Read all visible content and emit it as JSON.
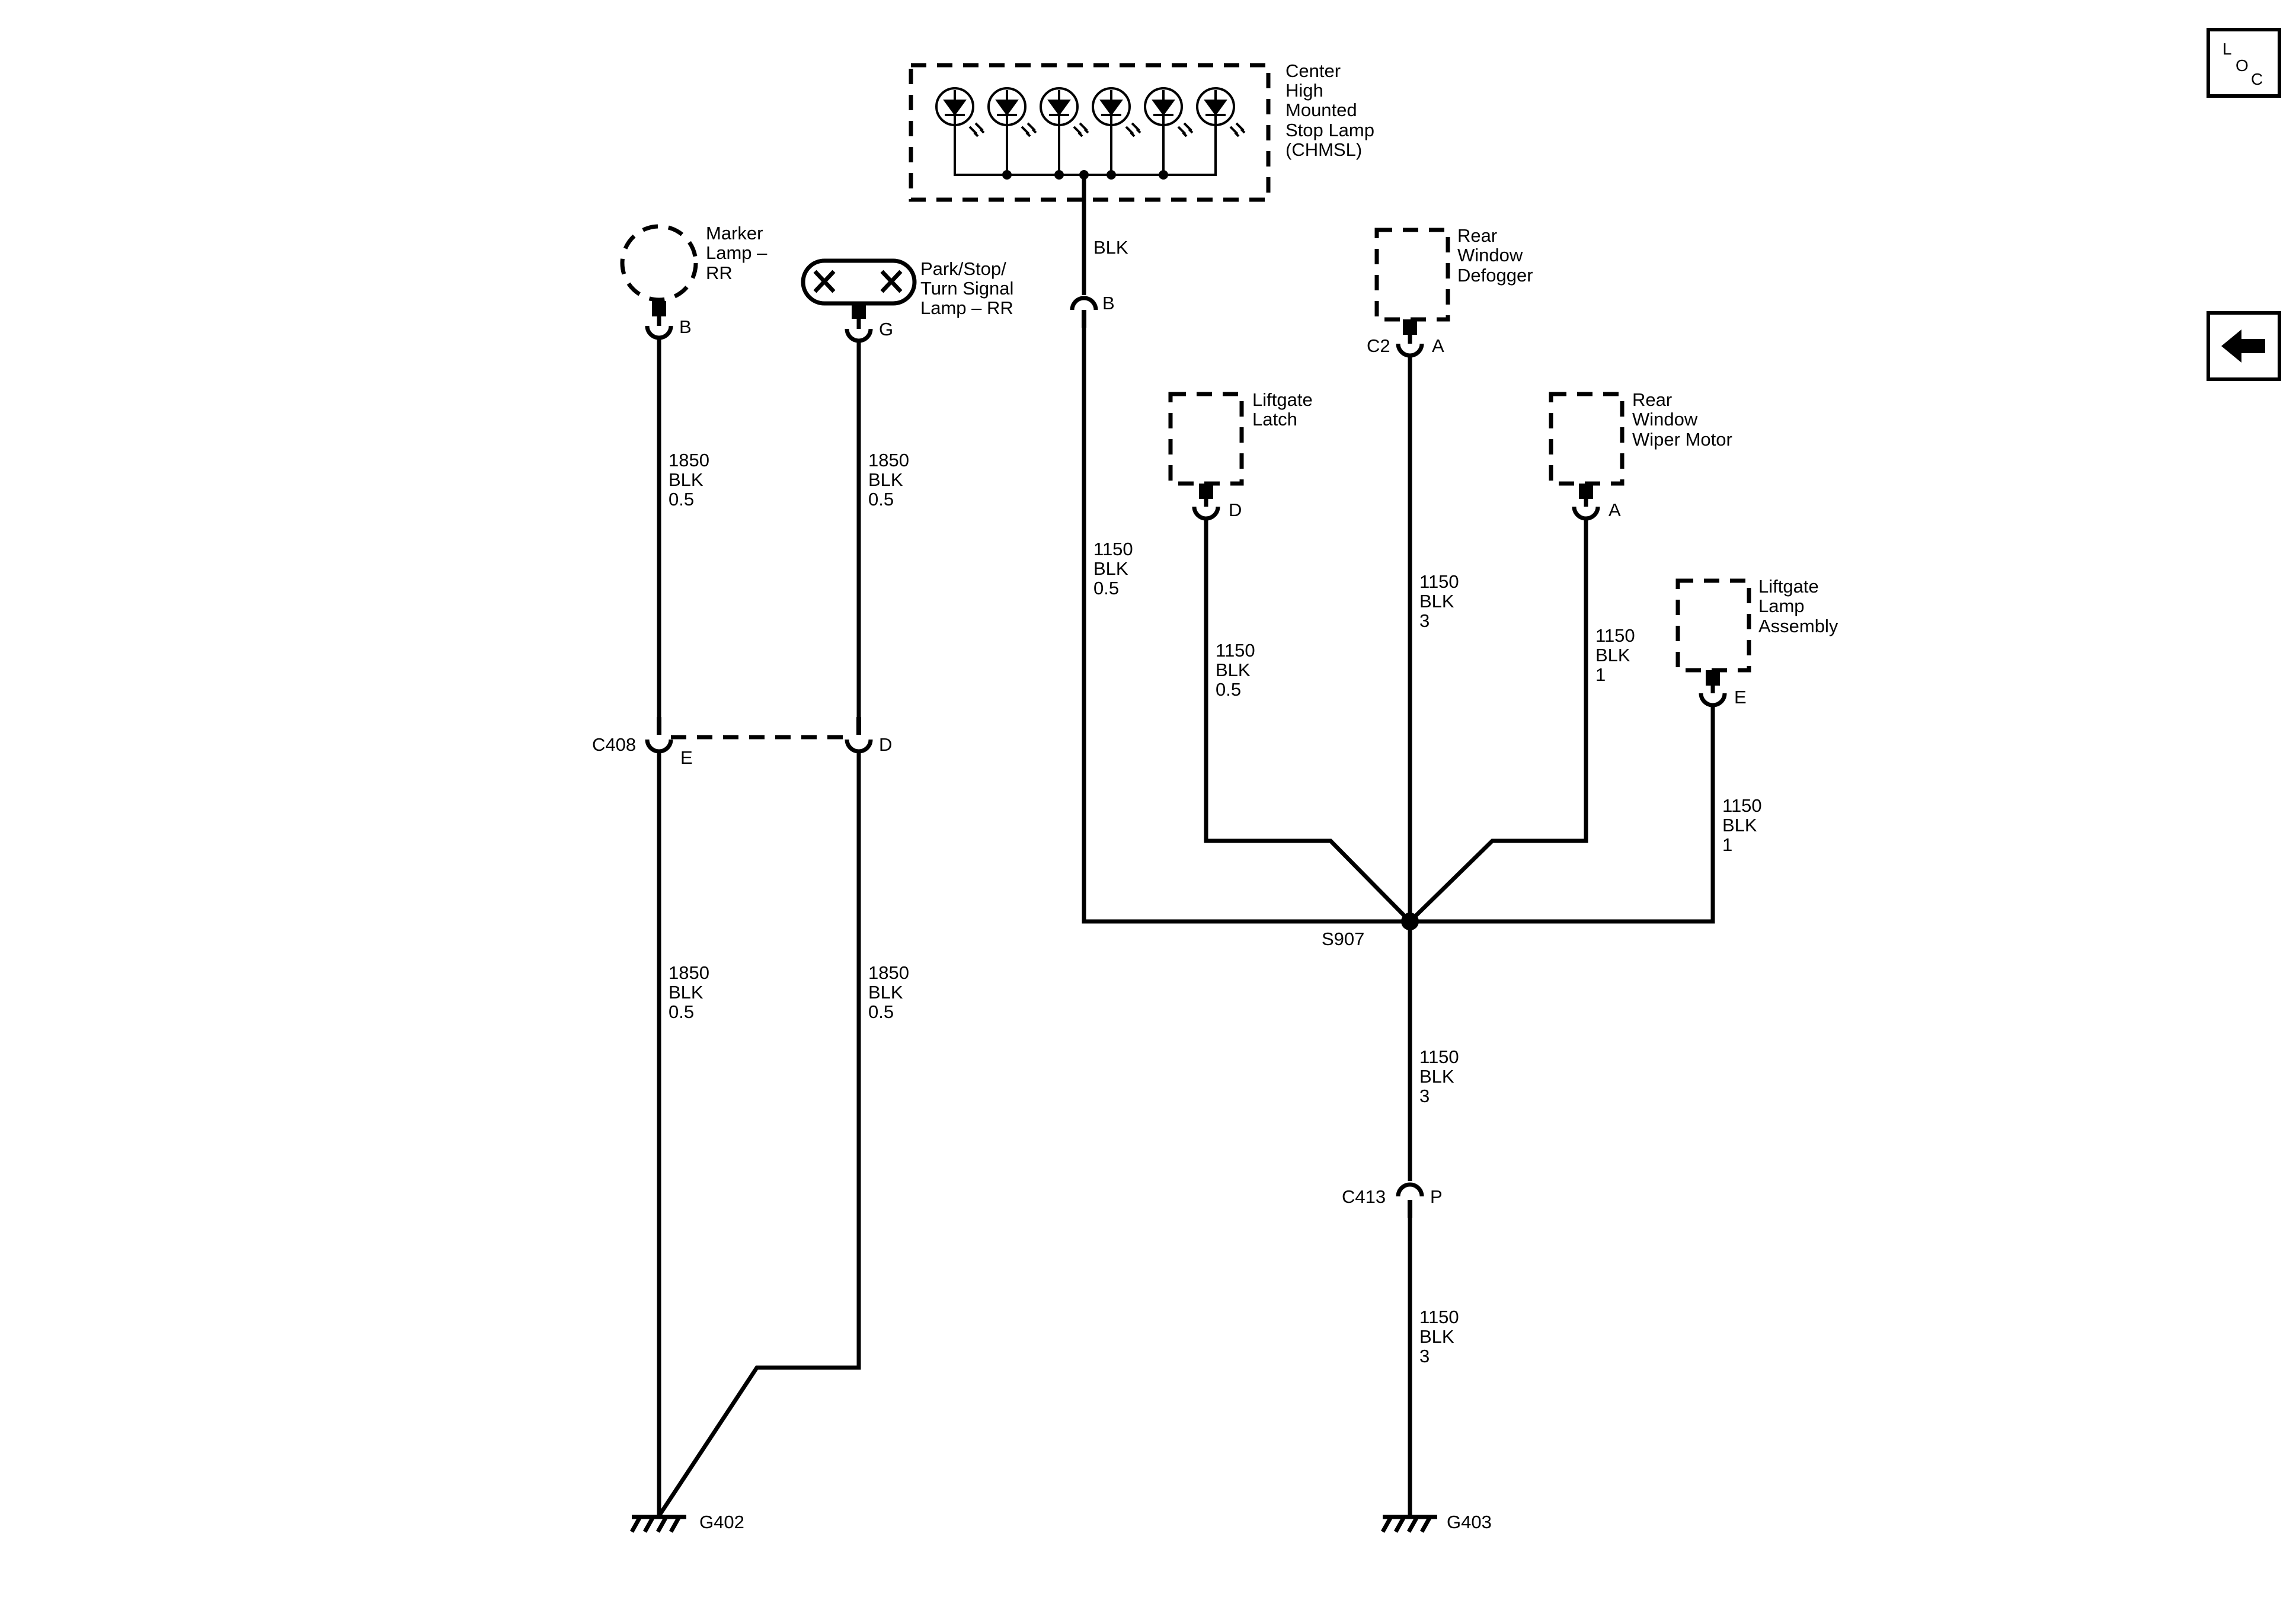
{
  "components": {
    "chmsl": [
      "Center",
      "High",
      "Mounted",
      "Stop Lamp",
      "(CHMSL)"
    ],
    "marker_lamp": [
      "Marker",
      "Lamp –",
      "RR"
    ],
    "park_lamp": [
      "Park/Stop/",
      "Turn Signal",
      "Lamp – RR"
    ],
    "defogger": [
      "Rear",
      "Window",
      "Defogger"
    ],
    "liftgate_latch": [
      "Liftgate",
      "Latch"
    ],
    "wiper_motor": [
      "Rear",
      "Window",
      "Wiper Motor"
    ],
    "liftgate_lamp": [
      "Liftgate",
      "Lamp",
      "Assembly"
    ]
  },
  "pins": {
    "marker": "B",
    "park": "G",
    "chmsl": "B",
    "defogger_conn": "C2",
    "defogger": "A",
    "latch": "D",
    "wiper": "A",
    "lamp_assy": "E",
    "c408_e": "E",
    "c408_d": "D",
    "c413": "P"
  },
  "connectors": {
    "c408": "C408",
    "c413": "C413"
  },
  "splice": "S907",
  "grounds": {
    "g402": "G402",
    "g403": "G403"
  },
  "wire_labels": {
    "chmsl_color": "BLK",
    "marker_upper": [
      "1850",
      "BLK",
      "0.5"
    ],
    "park_upper": [
      "1850",
      "BLK",
      "0.5"
    ],
    "marker_lower": [
      "1850",
      "BLK",
      "0.5"
    ],
    "park_lower": [
      "1850",
      "BLK",
      "0.5"
    ],
    "chmsl": [
      "1150",
      "BLK",
      "0.5"
    ],
    "latch": [
      "1150",
      "BLK",
      "0.5"
    ],
    "defogger": [
      "1150",
      "BLK",
      "3"
    ],
    "wiper": [
      "1150",
      "BLK",
      "1"
    ],
    "lamp_assy": [
      "1150",
      "BLK",
      "1"
    ],
    "splice_down": [
      "1150",
      "BLK",
      "3"
    ],
    "g403": [
      "1150",
      "BLK",
      "3"
    ]
  },
  "nav": {
    "loc": [
      "L",
      "O",
      "C"
    ],
    "back_icon": "left-arrow-icon"
  }
}
